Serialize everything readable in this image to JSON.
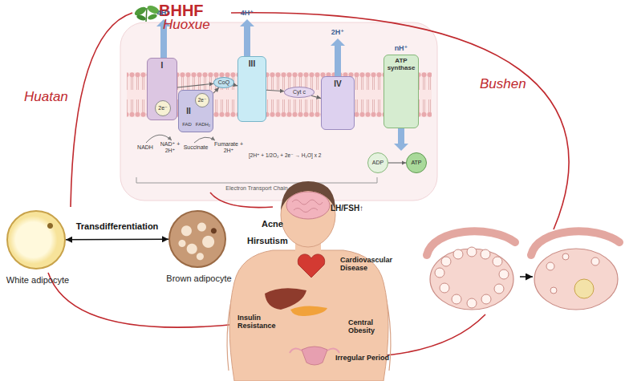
{
  "diagram": {
    "title": "BHHF",
    "nodes": [
      {
        "text": [
          "Electron Transport Chain"
        ]
      },
      {
        "text": [
          "I"
        ],
        "in": 0
      },
      {
        "text": [
          "2e⁻"
        ],
        "in": 1
      },
      {
        "text": [
          "II"
        ],
        "in": 0
      },
      {
        "text": [
          "2e⁻"
        ],
        "in": 3
      },
      {
        "text": [
          "CoQ"
        ],
        "in": 0
      },
      {
        "text": [
          "III"
        ],
        "in": 0
      },
      {
        "text": [
          "Cyt c"
        ],
        "in": 0
      },
      {
        "text": [
          "IV"
        ],
        "in": 0
      },
      {
        "text": [
          "ATP synthase"
        ],
        "in": 0
      },
      {
        "text": [
          "ADP"
        ],
        "in": 0
      },
      {
        "text": [
          "ATP"
        ],
        "in": 0
      },
      {
        "text": [
          "White adipocyte"
        ]
      },
      {
        "text": [
          "Brown adipocyte"
        ]
      }
    ],
    "edges": [
      {
        "from": 1,
        "to": 5,
        "arrow": "to"
      },
      {
        "from": 3,
        "to": 5,
        "arrow": "to"
      },
      {
        "from": 5,
        "to": 6,
        "arrow": "to"
      },
      {
        "from": 6,
        "to": 7,
        "arrow": "to"
      },
      {
        "from": 7,
        "to": 8,
        "arrow": "to"
      },
      {
        "from": 10,
        "to": 11,
        "arrow": "to"
      },
      {
        "from": 12,
        "to": 13,
        "label": "Transdifferentiation",
        "arrow": "both"
      }
    ],
    "labels": [
      "Huoxue",
      "Huatan",
      "Bushen",
      "4H⁺",
      "4H⁺",
      "2H⁺",
      "nH⁺",
      "NADH",
      "NAD⁺ + 2H⁺",
      "FAD",
      "FADH₂",
      "Succinate",
      "Fumarate + 2H⁺",
      "[2H⁺ + 1/2O₂ + 2e⁻ → H₂O] x 2",
      "LH/FSH↑",
      "Acne",
      "Hirsutism",
      "Cardiovascular Disease",
      "Insulin Resistance",
      "Central Obesity",
      "Irregular Period"
    ]
  }
}
